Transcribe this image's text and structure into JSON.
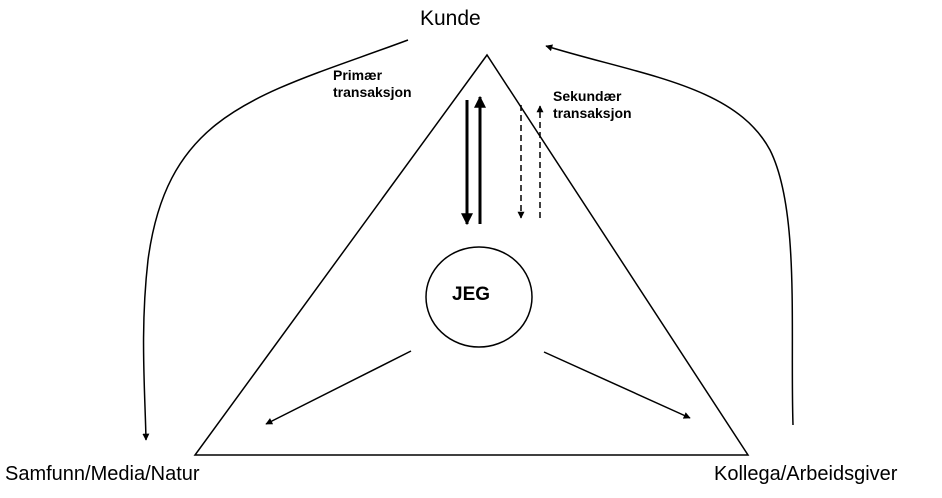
{
  "nodes": {
    "top": "Kunde",
    "bottom_left": "Samfunn/Media/Natur",
    "bottom_right": "Kollega/Arbeidsgiver",
    "center": "JEG"
  },
  "annotations": {
    "primary": {
      "line1": "Primær",
      "line2": "transaksjon"
    },
    "secondary": {
      "line1": "Sekundær",
      "line2": "transaksjon"
    }
  },
  "colors": {
    "stroke": "#000000",
    "background": "#ffffff"
  }
}
